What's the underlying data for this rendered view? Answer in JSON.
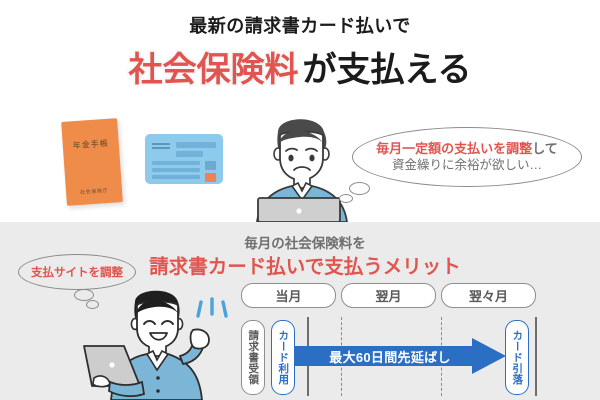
{
  "headline": {
    "sub": "最新の請求書カード払いで",
    "highlight": "社会保険料",
    "rest": "が支払える"
  },
  "top_illustration": {
    "pension_book": {
      "title": "年金手帳",
      "footer": "社会保険庁",
      "color": "#f08c4a"
    },
    "insurance_card": {
      "name": "insurance-card",
      "color": "#8ecaec",
      "accent": "#f08152"
    },
    "person": {
      "name": "worried-person-with-laptop",
      "shirt_color": "#7bb6d6"
    }
  },
  "top_bubble": {
    "line1_red": "毎月一定額の支払いを調整",
    "line1_gray": "して",
    "line2": "資金繰りに余裕が欲しい…"
  },
  "bottom": {
    "sub_heading_small": "毎月の社会保険料を",
    "sub_heading_main": "請求書カード払いで支払うメリット",
    "bubble": "支払サイトを調整",
    "person": {
      "name": "happy-person-with-laptop",
      "shirt_color": "#7bb6d6",
      "spark_color": "#4aa3de"
    },
    "months": [
      {
        "label": "当月"
      },
      {
        "label": "翌月"
      },
      {
        "label": "翌々月"
      }
    ],
    "timeline": {
      "receipt_label": "請求書受領",
      "card_use_label": "カード利用",
      "card_debit_label": "カード引落",
      "arrow_label": "最大60日間先延ばし",
      "arrow_color": "#2b6fc4",
      "accent_color": "#2b6fc4"
    }
  },
  "colors": {
    "brand_red": "#e0554f",
    "brand_blue": "#2b6fc4",
    "panel_gray": "#ebebeb",
    "text_gray": "#6f6f6f",
    "orange": "#f08c4a"
  }
}
